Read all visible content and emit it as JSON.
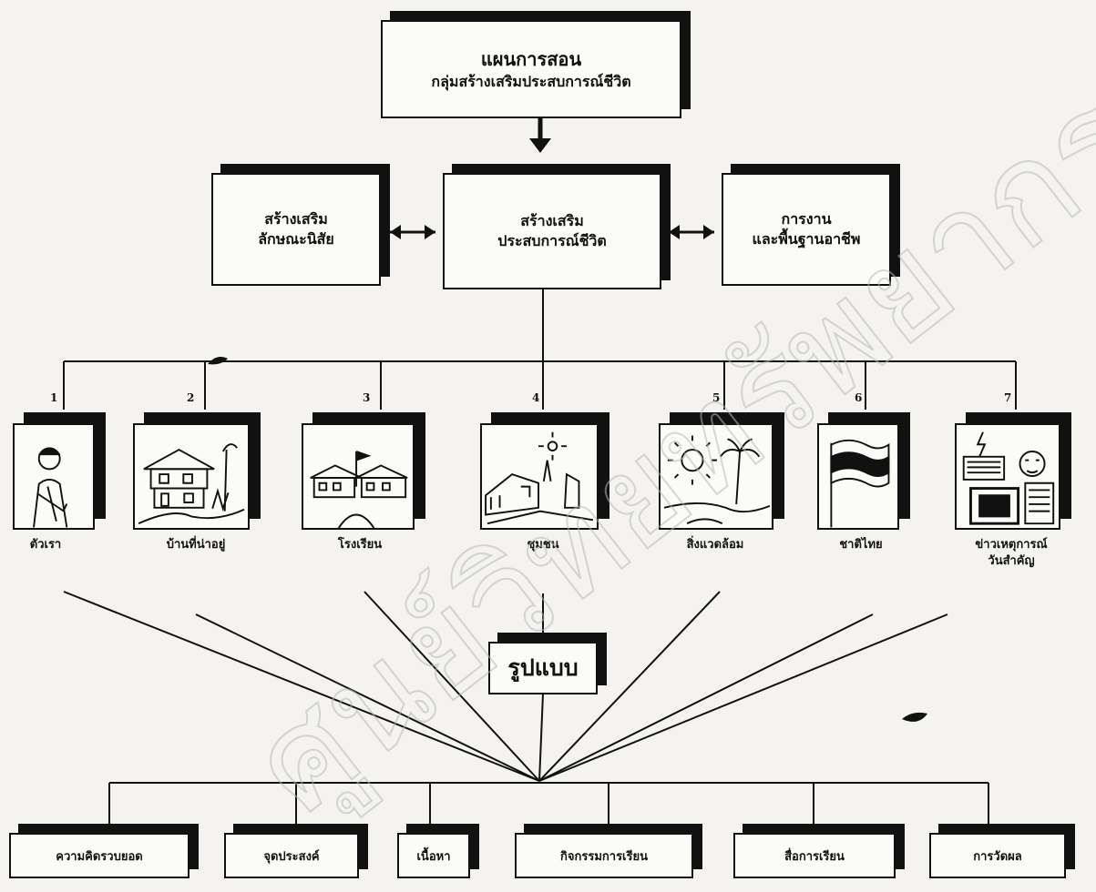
{
  "top": {
    "line1": "แผนการสอน",
    "line2": "กลุ่มสร้างเสริมประสบการณ์ชีวิต"
  },
  "mid": {
    "left": {
      "line1": "สร้างเสริม",
      "line2": "ลักษณะนิสัย"
    },
    "center": {
      "line1": "สร้างเสริม",
      "line2": "ประสบการณ์ชีวิต"
    },
    "right": {
      "line1": "การงาน",
      "line2": "และพื้นฐานอาชีพ"
    }
  },
  "topics": [
    {
      "num": "1",
      "label": "ตัวเรา",
      "icon": "person-icon"
    },
    {
      "num": "2",
      "label": "บ้านที่น่าอยู่",
      "icon": "house-icon"
    },
    {
      "num": "3",
      "label": "โรงเรียน",
      "icon": "school-icon"
    },
    {
      "num": "4",
      "label": "ชุมชน",
      "icon": "community-icon"
    },
    {
      "num": "5",
      "label": "สิ่งแวดล้อม",
      "icon": "environment-icon"
    },
    {
      "num": "6",
      "label": "ชาติไทย",
      "icon": "flag-icon"
    },
    {
      "num": "7",
      "label": "ข่าวเหตุการณ์",
      "label2": "วันสำคัญ",
      "icon": "news-icon"
    }
  ],
  "form_label": "รูปแบบ",
  "components": [
    "ความคิดรวบยอด",
    "จุดประสงค์",
    "เนื้อหา",
    "กิจกรรมการเรียน",
    "สื่อการเรียน",
    "การวัดผล"
  ],
  "watermark": "ศูนย์วิทยทรัพยากร"
}
